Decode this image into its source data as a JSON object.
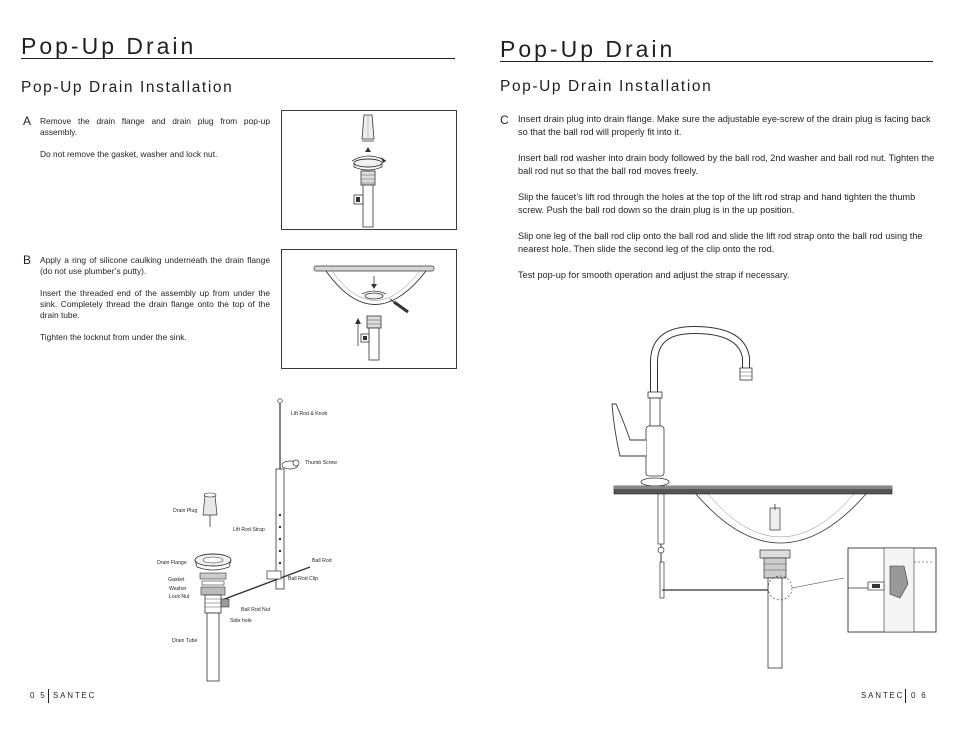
{
  "left_page": {
    "title": "Pop-Up Drain",
    "subtitle": "Pop-Up Drain Installation",
    "step_a": {
      "letter": "A",
      "paragraphs": [
        "Remove the drain flange and drain plug from pop-up assembly.",
        "Do not remove the gasket, washer and lock nut."
      ]
    },
    "step_b": {
      "letter": "B",
      "paragraphs": [
        "Apply a ring of silicone caulking underneath the drain flange (do not use plumber’s putty).",
        "Insert the threaded end of the assembly up from under the sink. Completely thread the drain flange onto the top of the drain tube.",
        "Tighten the locknut from under the sink."
      ]
    },
    "parts_labels": {
      "lift_rod_knob": "Lift Rod & Knob",
      "thumb_screw": "Thumb Screw",
      "drain_plug": "Drain Plug",
      "lift_rod_strap": "Lift Rod Strap",
      "drain_flange": "Drain Flange",
      "ball_rod": "Ball Rod",
      "gasket": "Gasket",
      "ball_rod_clip": "Ball Rod Clip",
      "washer": "Washer",
      "lock_nut": "Lock Nut",
      "ball_rod_nut": "Ball Rod Nut",
      "side_hole": "Side hole",
      "drain_tube": "Drain Tube"
    },
    "page_number": "0 5",
    "brand": "SANTEC"
  },
  "right_page": {
    "title": "Pop-Up Drain",
    "subtitle": "Pop-Up Drain Installation",
    "step_c": {
      "letter": "C",
      "paragraphs": [
        "Insert drain plug into drain flange.  Make sure the adjustable eye-screw of the drain plug is facing back so that the ball rod will properly fit into it.",
        "Insert ball rod washer into drain body followed by the ball rod, 2nd washer and ball rod nut. Tighten the ball rod nut so that the ball rod moves freely.",
        "Slip the faucet’s lift rod through the holes at the top of the lift rod strap and hand tighten the thumb screw.  Push the ball rod down so the drain plug is in the up position.",
        "Slip one leg of the ball rod clip onto the ball rod and slide the lift rod strap onto the ball rod using the nearest hole.  Then slide the second leg of the clip onto the rod.",
        "Test pop-up for smooth operation and adjust the strap if necessary."
      ]
    },
    "page_number": "0 6",
    "brand": "SANTEC"
  }
}
